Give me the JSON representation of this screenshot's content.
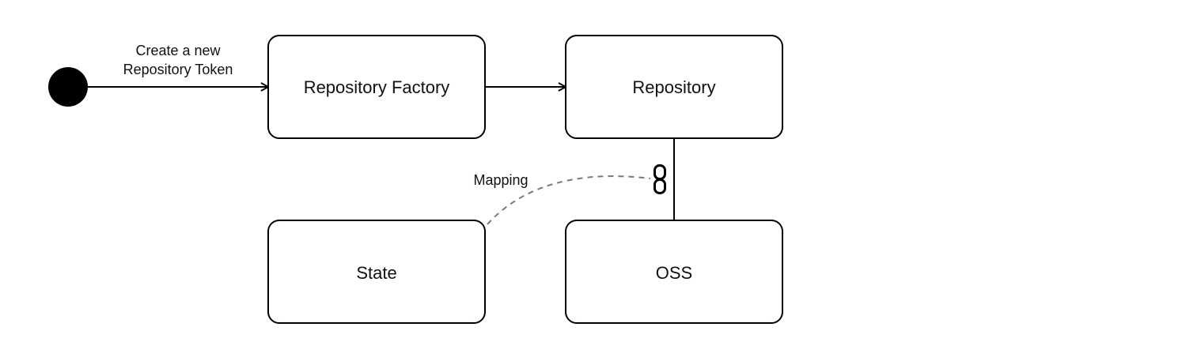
{
  "diagram": {
    "start_node": {
      "color": "#000000"
    },
    "nodes": {
      "repository_factory": "Repository Factory",
      "repository": "Repository",
      "state": "State",
      "oss": "OSS"
    },
    "edges": {
      "start_to_factory_line1": "Create a new",
      "start_to_factory_line2": "Repository Token",
      "mapping": "Mapping"
    },
    "icons": {
      "link": "chain-link-icon"
    },
    "colors": {
      "stroke": "#000000",
      "dashed": "#7a7a7a"
    }
  }
}
